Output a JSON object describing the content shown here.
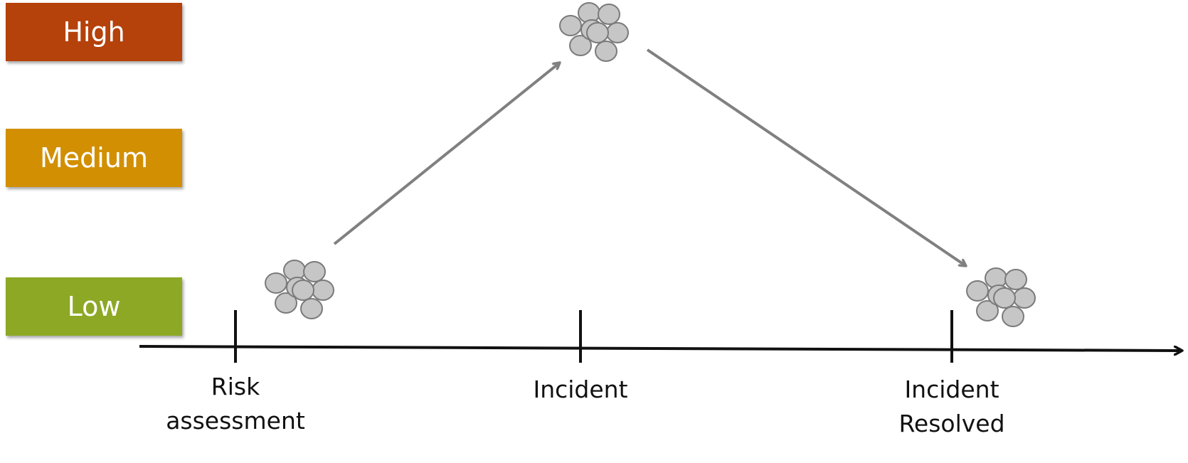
{
  "levels": {
    "high": {
      "label": "High",
      "color": "#b5410b"
    },
    "medium": {
      "label": "Medium",
      "color": "#d28f02"
    },
    "low": {
      "label": "Low",
      "color": "#8da825"
    }
  },
  "timeline": {
    "risk_assessment": {
      "line1": "Risk",
      "line2": "assessment"
    },
    "incident": {
      "line1": "Incident"
    },
    "incident_resolved": {
      "line1": "Incident",
      "line2": "Resolved"
    }
  },
  "colors": {
    "axis": "#111111",
    "arrow": "#808080",
    "cluster_fill": "#c6c6c6",
    "cluster_stroke": "#7a7a7a"
  }
}
